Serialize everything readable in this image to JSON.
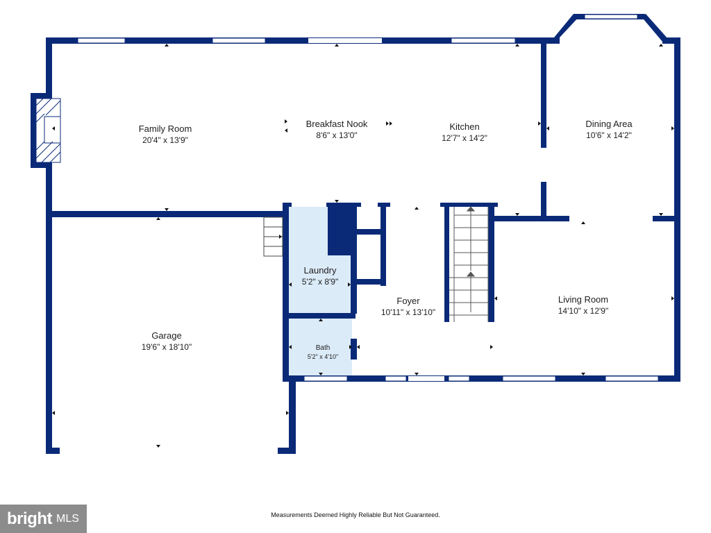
{
  "rooms": {
    "family_room": {
      "name": "Family Room",
      "dims": "20'4\" x 13'9\""
    },
    "breakfast_nook": {
      "name": "Breakfast Nook",
      "dims": "8'6\" x 13'0\""
    },
    "kitchen": {
      "name": "Kitchen",
      "dims": "12'7\" x 14'2\""
    },
    "dining_area": {
      "name": "Dining Area",
      "dims": "10'6\" x 14'2\""
    },
    "laundry": {
      "name": "Laundry",
      "dims": "5'2\" x 8'9\""
    },
    "foyer": {
      "name": "Foyer",
      "dims": "10'11\" x 13'10\""
    },
    "living_room": {
      "name": "Living Room",
      "dims": "14'10\" x 12'9\""
    },
    "garage": {
      "name": "Garage",
      "dims": "19'6\" x 18'10\""
    },
    "bath": {
      "name": "Bath",
      "dims": "5'2\" x 4'10\""
    }
  },
  "disclaimer": "Measurements Deemed Highly Reliable But Not Guaranteed.",
  "logo": {
    "brand": "bright",
    "suffix": "MLS"
  },
  "colors": {
    "wall": "#0a2a78",
    "wet_room_fill": "#dcebf8",
    "window": "#ffffff",
    "logo_bg": "#8c8c8c"
  }
}
